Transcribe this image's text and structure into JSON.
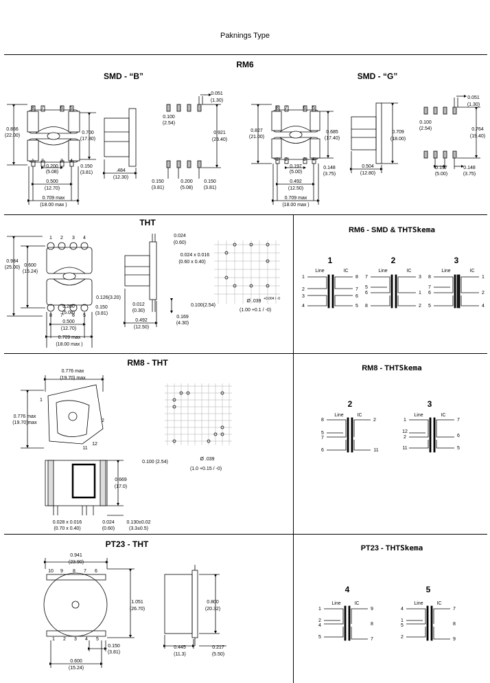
{
  "page": {
    "header": "Paknings Type"
  },
  "rm6": {
    "title": "RM6",
    "smd_b": {
      "title": "SMD - “B”",
      "height_in": "0.866",
      "height_mm": "(22.00)",
      "inner_in": "0.700",
      "inner_mm": "(17.80)",
      "pitch_in": "0.200",
      "pitch_mm": "(5.08)",
      "offset_in": "0.150",
      "offset_mm": "(3.81)",
      "span_in": "0.500",
      "span_mm": "(12.70)",
      "width_in": "0.709 max",
      "width_mm": "(18.00 max )",
      "side_in": ".484",
      "side_mm": "(12.30)",
      "pad_w_in": "0.051",
      "pad_w_mm": "(1.30)",
      "pad_p_in": "0.100",
      "pad_p_mm": "(2.54)",
      "pad_h_in": "0.921",
      "pad_h_mm": "(23.40)",
      "pad_a_in": "0.150",
      "pad_a_mm": "(3.81)",
      "pad_b_in": "0.200",
      "pad_b_mm": "(5.08)",
      "pad_c_in": "0.150",
      "pad_c_mm": "(3.81)",
      "pins_top": [
        "8",
        "7",
        "6",
        "5"
      ],
      "pins_bot": [
        "1",
        "2",
        "3",
        "4"
      ]
    },
    "smd_g": {
      "title": "SMD - “G”",
      "height_in": "0.827",
      "height_mm": "(21.00)",
      "inner_in": "0.685",
      "inner_mm": "(17.40)",
      "pitch_in": "0.197",
      "pitch_mm": "(5.00)",
      "offset_in": "0.148",
      "offset_mm": "(3.75)",
      "span_in": "0.492",
      "span_mm": "(12.50)",
      "width_in": "0.709 max",
      "width_mm": "(18.00 max )",
      "side_h_in": "0.709",
      "side_h_mm": "(18.00)",
      "side_in": "0.504",
      "side_mm": "(12.80)",
      "pad_w_in": "0.051",
      "pad_w_mm": "(1.30)",
      "pad_p_in": "0.100",
      "pad_p_mm": "(2.54)",
      "pad_h_in": "0.764",
      "pad_h_mm": "(19.40)",
      "pad_b_in": "0.197",
      "pad_b_mm": "(5.00)",
      "pad_c_in": "0.148",
      "pad_c_mm": "(3.75)",
      "pins_top": [
        "8",
        "7",
        "6",
        "5"
      ],
      "pins_bot": [
        "1",
        "2",
        "3",
        "4"
      ]
    }
  },
  "tht": {
    "title": "THT",
    "height_in": "0.984",
    "height_mm": "(25.00)",
    "inner_in": "0.600",
    "inner_mm": "(15.24)",
    "pitch_in": "0.200",
    "pitch_mm": "(5.08)",
    "pin_in": "0.126(3.20)",
    "offset_in": "0.150",
    "offset_mm": "(3.81)",
    "span_in": "0.500",
    "span_mm": "(12.70)",
    "width_in": "0.709 max",
    "width_mm": "(18.00 max )",
    "lead_in": "0.024",
    "lead_mm": "(0.60)",
    "leadx_in": "0.024 x 0.016",
    "leadx_mm": "(0.60  x  0.40)",
    "stand_in": "0.012",
    "stand_mm": "(0.30)",
    "len_in": "0.169",
    "len_mm": "(4.30)",
    "side_in": "0.492",
    "side_mm": "(12.50)",
    "grid": "0.100(2.54)",
    "hole": "Ø .039",
    "hole_tol": "+0.004 / -0",
    "hole_mm": "(1.00 +0.1 / -0)",
    "pins_top": [
      "1",
      "2",
      "3",
      "4"
    ],
    "pins_bot": [
      "8",
      "7",
      "6",
      "5"
    ]
  },
  "rm6_skema": {
    "title_a": "RM6 -  SMD & THT",
    "title_b": "Skema",
    "diagrams": [
      {
        "num": "1",
        "line": "Line",
        "ic": "IC",
        "left": [
          "1",
          "2",
          "3",
          "4"
        ],
        "right": [
          "8",
          "7",
          "6",
          "5"
        ]
      },
      {
        "num": "2",
        "line": "Line",
        "ic": "IC",
        "left": [
          "7",
          "5",
          "6",
          "8"
        ],
        "right": [
          "3",
          "1",
          "2"
        ]
      },
      {
        "num": "3",
        "line": "Line",
        "ic": "IC",
        "left": [
          "8",
          "7",
          "6",
          "5"
        ],
        "right": [
          "1",
          "2",
          "4"
        ]
      }
    ]
  },
  "rm8": {
    "title": "RM8 - THT",
    "width_in": "0.776 max",
    "width_mm": "(19.70) max",
    "height_in": "0.776 max",
    "height_mm": "(19.70)max",
    "side_in": "0.669",
    "side_mm": "(17.0)",
    "lead_in": "0.028 x 0.016",
    "lead_mm": "(0.70 x 0.40)",
    "pin_in": "0.024",
    "pin_mm": "(0.60)",
    "stand_in": "0.130±0.02",
    "stand_mm": "(3.3±0.5)",
    "grid": "0.100 (2.54)",
    "hole": "Ø .039",
    "hole_mm": "(1.0 +0.15 / -0)",
    "pins": [
      "1",
      "2",
      "11",
      "12"
    ]
  },
  "rm8_skema": {
    "title_a": "RM8 - THT",
    "title_b": "Skema",
    "diagrams": [
      {
        "num": "2",
        "line": "Line",
        "ic": "IC",
        "left": [
          "8",
          "5",
          "7",
          "6"
        ],
        "right": [
          "2",
          "11"
        ]
      },
      {
        "num": "3",
        "line": "Line",
        "ic": "IC",
        "left": [
          "1",
          "12",
          "2",
          "11"
        ],
        "right": [
          "7",
          "6",
          "5"
        ]
      }
    ]
  },
  "pt23": {
    "title": "PT23 - THT",
    "width_in": "0.941",
    "width_mm": "(23.90)",
    "height_in": "1.051",
    "height_mm": "(26.70)",
    "offset_in": "0.150",
    "offset_mm": "(3.81)",
    "span_in": "0.600",
    "span_mm": "(15.24)",
    "side_h_in": "0.800",
    "side_h_mm": "(20.32)",
    "side_in": "0.445",
    "side_mm": "(11.3)",
    "lead_in": "0.217",
    "lead_mm": "(5.50)",
    "pins_top": [
      "10",
      "9",
      "8",
      "7",
      "6"
    ],
    "pins_bot": [
      "1",
      "2",
      "3",
      "4",
      "5"
    ]
  },
  "pt23_skema": {
    "title_a": "PT23 - THT",
    "title_b": "Skema",
    "diagrams": [
      {
        "num": "4",
        "line": "Line",
        "ic": "IC",
        "left": [
          "1",
          "2",
          "4",
          "5"
        ],
        "right": [
          "9",
          "8",
          "7"
        ]
      },
      {
        "num": "5",
        "line": "Line",
        "ic": "IC",
        "left": [
          "4",
          "1",
          "5",
          "2"
        ],
        "right": [
          "7",
          "8",
          "9"
        ]
      }
    ]
  }
}
